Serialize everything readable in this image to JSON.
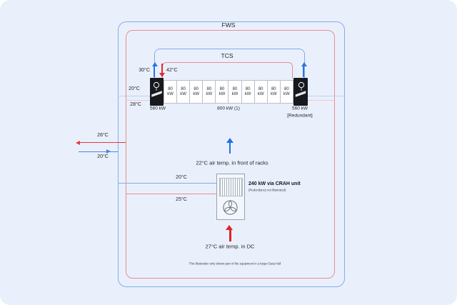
{
  "loops": {
    "fws_label": "FWS",
    "tcs_label": "TCS"
  },
  "tcs": {
    "supply_temp": "30°C",
    "return_temp": "42°C"
  },
  "fws": {
    "cdu_supply_temp": "20°C",
    "cdu_return_temp": "28°C",
    "external_out_temp": "26°C",
    "external_in_temp": "20°C"
  },
  "cdu_left": {
    "rating": "560 kW"
  },
  "cdu_right": {
    "rating": "560 kW",
    "note": "[Redundant]"
  },
  "racks": {
    "total_label": "800 kW (1)",
    "cells": [
      "80\nkW",
      "80\nkW",
      "80\nkW",
      "80\nkW",
      "80\nkW",
      "80\nkW",
      "80\nkW",
      "80\nkW",
      "80\nkW",
      "80\nkW"
    ]
  },
  "air": {
    "front_of_racks": "22°C air temp. in front of racks",
    "in_dc": "27°C air temp. in DC"
  },
  "crah": {
    "supply_temp": "20°C",
    "return_temp": "25°C",
    "rating_label": "240 kW via CRAH unit",
    "note": "(Redundancy not illustrated)"
  },
  "footnote": "This illustration only shows part of the equipment in a larger Data Hall",
  "colors": {
    "page_bg": "#e9f0fc",
    "loop_blue": "#84ade8",
    "loop_red": "#ea8c95",
    "arrow_blue": "#2c72e4",
    "arrow_red": "#e62a2c",
    "cdu_black": "#17191f"
  }
}
